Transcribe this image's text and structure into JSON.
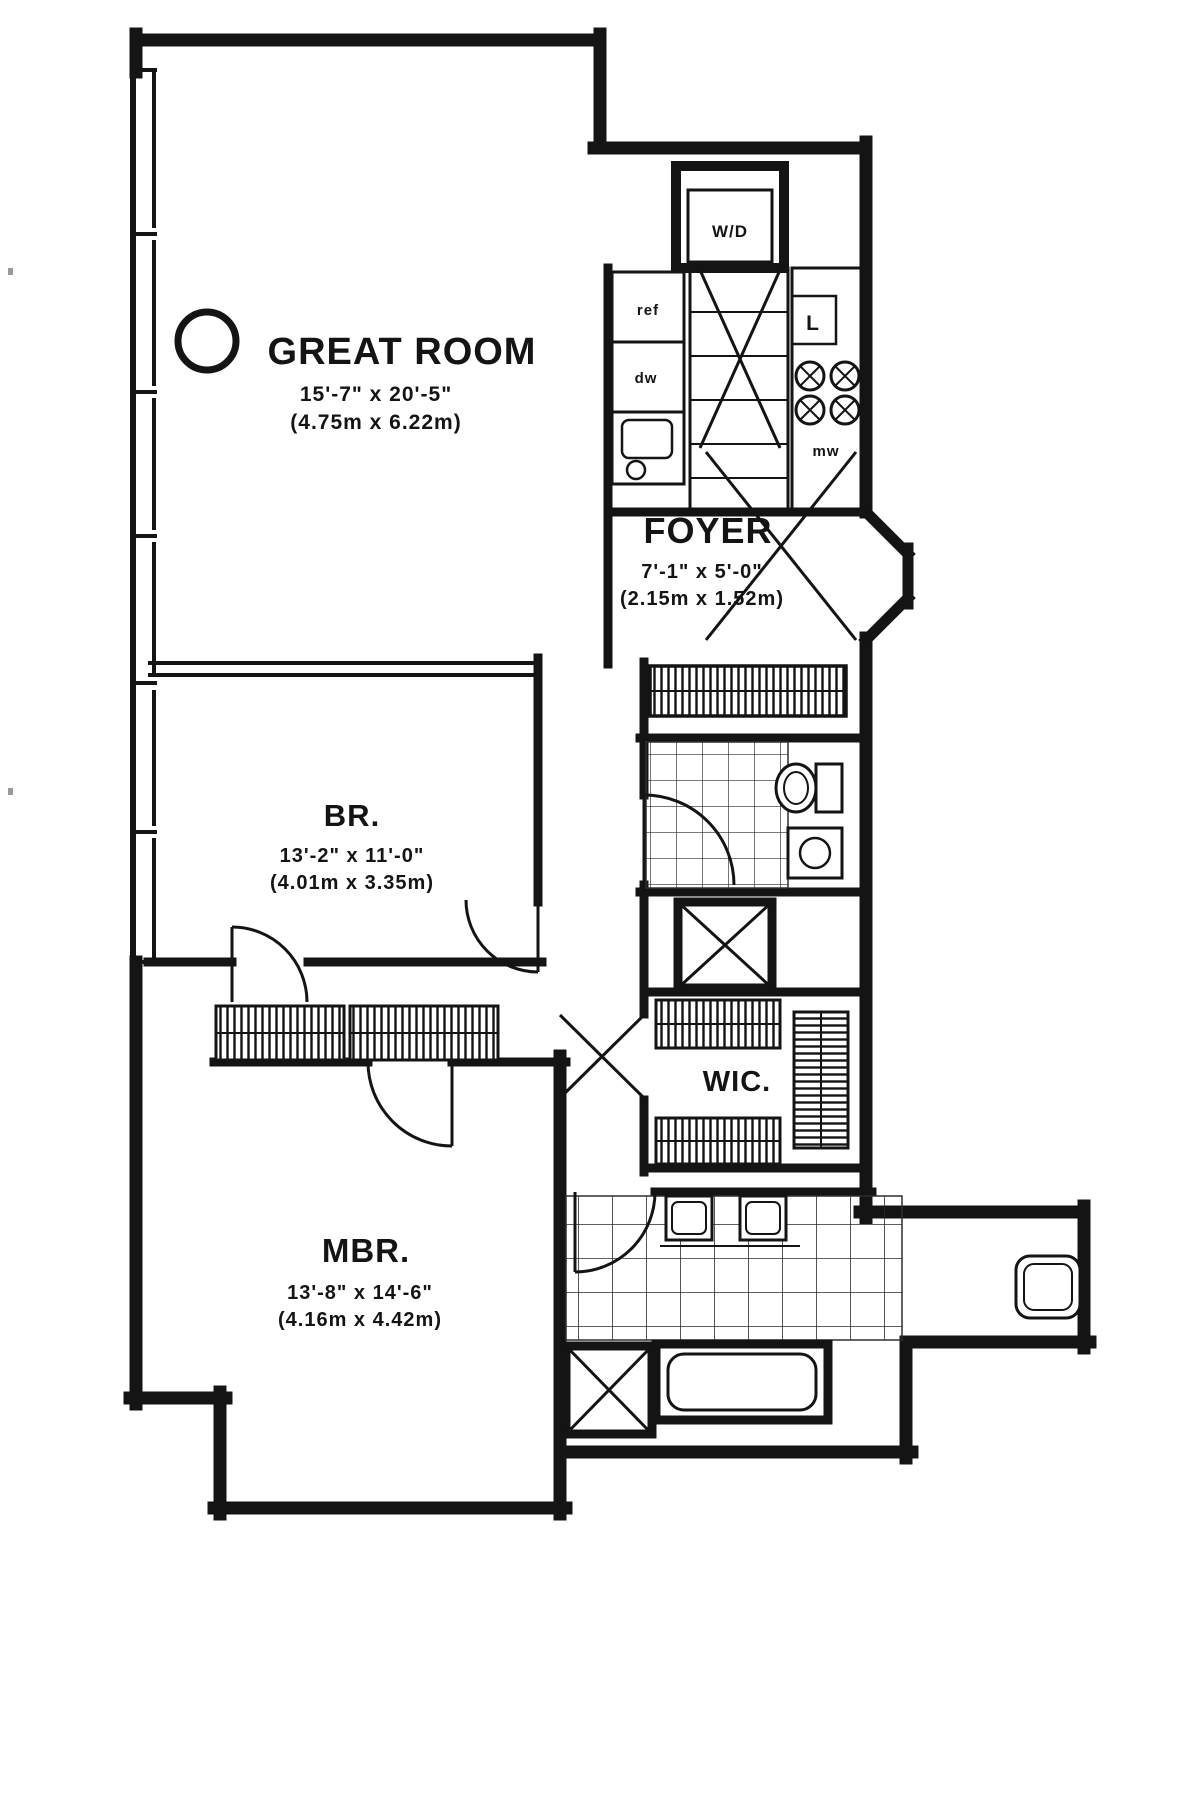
{
  "colors": {
    "ink": "#141414",
    "paper": "#ffffff"
  },
  "rooms": {
    "great_room": {
      "name": "GREAT ROOM",
      "dims_ft": "15'-7\" x 20'-5\"",
      "dims_m": "(4.75m x 6.22m)"
    },
    "foyer": {
      "name": "FOYER",
      "dims_ft": "7'-1\" x 5'-0\"",
      "dims_m": "(2.15m x 1.52m)"
    },
    "bedroom": {
      "name": "BR.",
      "dims_ft": "13'-2\" x 11'-0\"",
      "dims_m": "(4.01m x 3.35m)"
    },
    "master_bedroom": {
      "name": "MBR.",
      "dims_ft": "13'-8\" x 14'-6\"",
      "dims_m": "(4.16m x 4.42m)"
    },
    "walk_in_closet": {
      "name": "WIC."
    }
  },
  "appliances": {
    "washer_dryer": "W/D",
    "refrigerator": "ref",
    "dishwasher": "dw",
    "microwave": "mw",
    "linen_closet": "L"
  }
}
